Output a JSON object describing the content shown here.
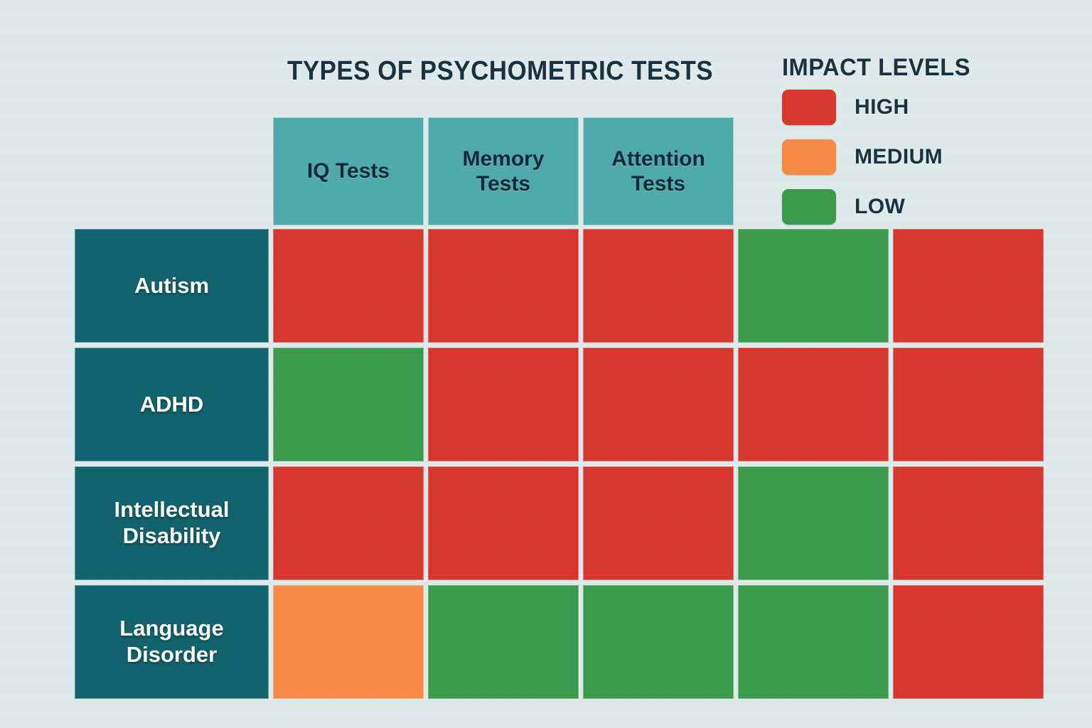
{
  "page": {
    "background_color": "#dfeaea",
    "title": "TYPES OF PSYCHOMETRIC TESTS"
  },
  "legend": {
    "title": "IMPACT LEVELS",
    "items": [
      {
        "label": "HIGH",
        "color": "#d8372f"
      },
      {
        "label": "MEDIUM",
        "color": "#f78a46"
      },
      {
        "label": "LOW",
        "color": "#3b9a4b"
      }
    ]
  },
  "matrix": {
    "header_background": "#4faaac",
    "row_label_background": "#11636d",
    "column_headers": [
      "IQ Tests",
      "Memory Tests",
      "Attention Tests",
      "",
      ""
    ],
    "row_labels": [
      "Autism",
      "ADHD",
      "Intellectual Disability",
      "Language Disorder"
    ]
  },
  "chart_data": {
    "type": "heatmap",
    "title": "TYPES OF PSYCHOMETRIC TESTS",
    "xlabel": "",
    "ylabel": "",
    "categories_x": [
      "IQ Tests",
      "Memory Tests",
      "Attention Tests",
      "",
      ""
    ],
    "categories_y": [
      "Autism",
      "ADHD",
      "Intellectual Disability",
      "Language Disorder"
    ],
    "legend": {
      "title": "IMPACT LEVELS",
      "position": "top-right",
      "entries": [
        {
          "name": "HIGH",
          "color": "#d8372f",
          "value": 3
        },
        {
          "name": "MEDIUM",
          "color": "#f78a46",
          "value": 2
        },
        {
          "name": "LOW",
          "color": "#3b9a4b",
          "value": 1
        }
      ]
    },
    "grid": false,
    "values": [
      [
        "high",
        "high",
        "high",
        "low",
        "high"
      ],
      [
        "low",
        "high",
        "high",
        "high",
        "high"
      ],
      [
        "high",
        "high",
        "high",
        "low",
        "high"
      ],
      [
        "medium",
        "low",
        "low",
        "low",
        "high"
      ]
    ],
    "rows": [
      {
        "label": "Autism",
        "cells": [
          "high",
          "high",
          "high",
          "low",
          "high"
        ]
      },
      {
        "label": "ADHD",
        "cells": [
          "low",
          "high",
          "high",
          "high",
          "high"
        ]
      },
      {
        "label": "Intellectual Disability",
        "cells": [
          "high",
          "high",
          "high",
          "low",
          "high"
        ]
      },
      {
        "label": "Language Disorder",
        "cells": [
          "medium",
          "low",
          "low",
          "low",
          "high"
        ]
      }
    ]
  }
}
